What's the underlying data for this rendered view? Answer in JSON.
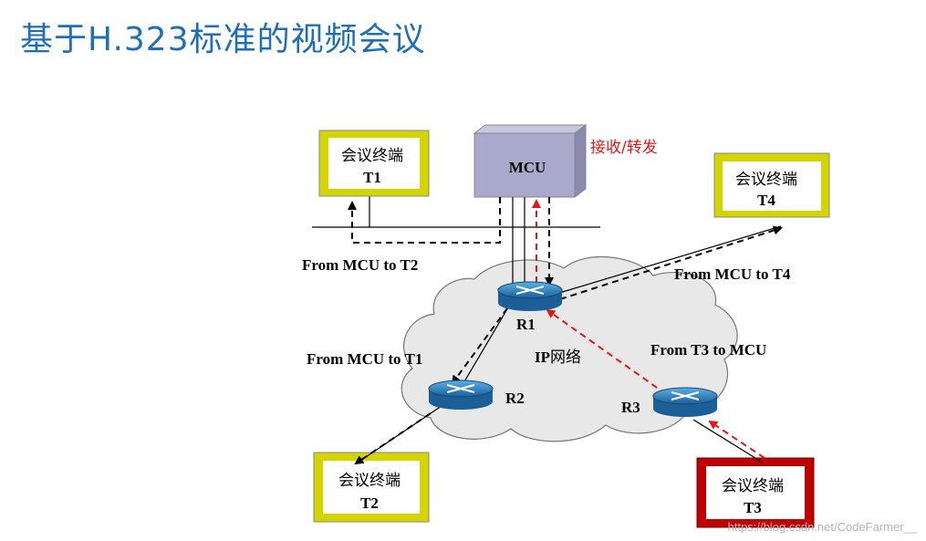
{
  "title": "基于H.323标准的视频会议",
  "colors": {
    "title": "#1f6fb8",
    "terminal_frame": "#d4d400",
    "terminal_frame_dark": "#a8a800",
    "terminal_t3_frame": "#c00000",
    "mcu_fill": "#a9a9cc",
    "red_dash": "#e01818",
    "cloud": "#e8e8e8"
  },
  "mcu": {
    "label": "MCU",
    "annotation": "接收/转发"
  },
  "terminals": {
    "t1": {
      "line1": "会议终端",
      "line2": "T1"
    },
    "t2": {
      "line1": "会议终端",
      "line2": "T2"
    },
    "t3": {
      "line1": "会议终端",
      "line2": "T3"
    },
    "t4": {
      "line1": "会议终端",
      "line2": "T4"
    }
  },
  "routers": {
    "r1": "R1",
    "r2": "R2",
    "r3": "R3"
  },
  "network": {
    "label_ip": "IP",
    "label_zh": "网络"
  },
  "flows": {
    "mcu_to_t2": "From MCU to T2",
    "mcu_to_t4": "From MCU to T4",
    "mcu_to_t1": "From MCU to T1",
    "t3_to_mcu": "From T3 to MCU"
  },
  "watermark": "https://blog.csdn.net/CodeFarmer__"
}
